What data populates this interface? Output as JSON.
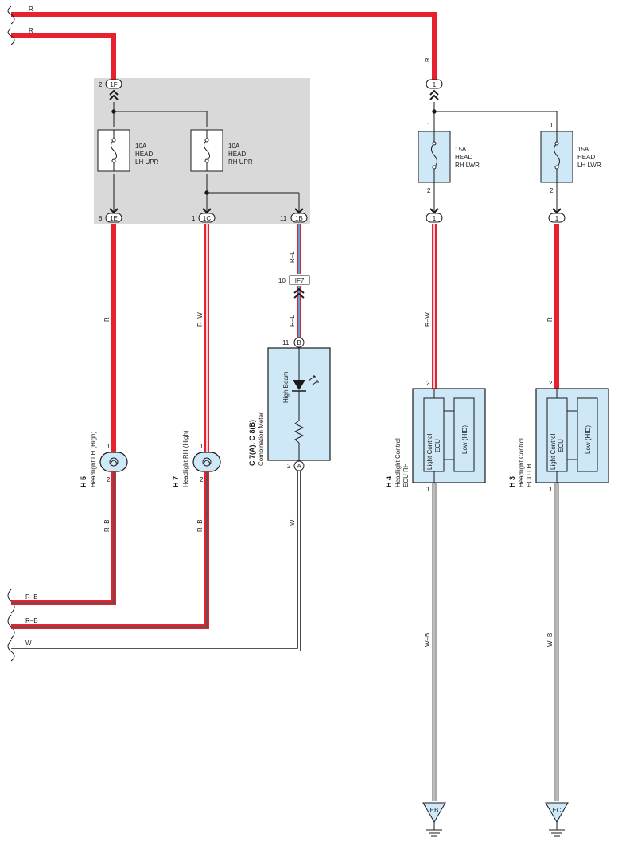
{
  "colors": {
    "red_wire": "#e8212e",
    "white_wire": "#ffffff",
    "black_stripe": "#555555",
    "blue_stripe": "#5aa0d8",
    "junction_box": "#d9d9d9",
    "component_fill": "#cfe8f8",
    "connector_fill": "#ffffff",
    "outline": "#1a1a1a"
  },
  "wire_labels": {
    "top_r1": "R",
    "top_r2": "R",
    "right_r": "R",
    "lh_r": "R",
    "rh_rw": "R–W",
    "meter_rl1": "R–L",
    "meter_rl2": "R–L",
    "ecu_rh_rw": "R–W",
    "ecu_lh_r": "R",
    "lh_rb": "R–B",
    "rh_rb": "R–B",
    "meter_w": "W",
    "bot_rb1": "R–B",
    "bot_rb2": "R–B",
    "bot_w": "W",
    "ecu_rh_wb": "W–B",
    "ecu_lh_wb": "W–B"
  },
  "connectors": {
    "j1f": {
      "code": "1F",
      "pin": "2"
    },
    "j1e": {
      "code": "1E",
      "pin": "6"
    },
    "j1c": {
      "code": "1C",
      "pin": "1"
    },
    "j1b": {
      "code": "1B",
      "pin": "11"
    },
    "if7": {
      "code": "IF7",
      "pin": "10"
    },
    "meter_b": {
      "code": "B",
      "pin": "11"
    },
    "meter_a": {
      "code": "A",
      "pin": "2"
    },
    "right_top": {
      "code": "1"
    },
    "right_rh": {
      "code": "1"
    },
    "right_lh": {
      "code": "1"
    }
  },
  "fuses": {
    "lh_upr": {
      "amp": "10A",
      "l1": "HEAD",
      "l2": "LH UPR"
    },
    "rh_upr": {
      "amp": "10A",
      "l1": "HEAD",
      "l2": "RH UPR"
    },
    "rh_lwr": {
      "amp": "15A",
      "l1": "HEAD",
      "l2": "RH LWR",
      "pin_top": "1",
      "pin_bot": "2"
    },
    "lh_lwr": {
      "amp": "15A",
      "l1": "HEAD",
      "l2": "LH LWR",
      "pin_top": "1",
      "pin_bot": "2"
    }
  },
  "components": {
    "h5": {
      "code": "H 5",
      "name": "Headlight LH (High)",
      "pin_top": "1",
      "pin_bot": "2"
    },
    "h7": {
      "code": "H 7",
      "name": "Headlight RH (High)",
      "pin_top": "1",
      "pin_bot": "2"
    },
    "meter": {
      "code": "C 7(A), C 8(B)",
      "name": "Combination Meter",
      "inner": "High Beam"
    },
    "h4": {
      "code": "H 4",
      "name1": "Headlight Control",
      "name2": "ECU RH",
      "inner1": "Light Control",
      "inner2": "ECU",
      "inner3": "Low (HID)",
      "pin_top": "2",
      "pin_bot": "1"
    },
    "h3": {
      "code": "H 3",
      "name1": "Headlight Control",
      "name2": "ECU LH",
      "inner1": "Light Control",
      "inner2": "ECU",
      "inner3": "Low (HID)",
      "pin_top": "2",
      "pin_bot": "1"
    }
  },
  "grounds": {
    "eb": "EB",
    "ec": "EC"
  }
}
